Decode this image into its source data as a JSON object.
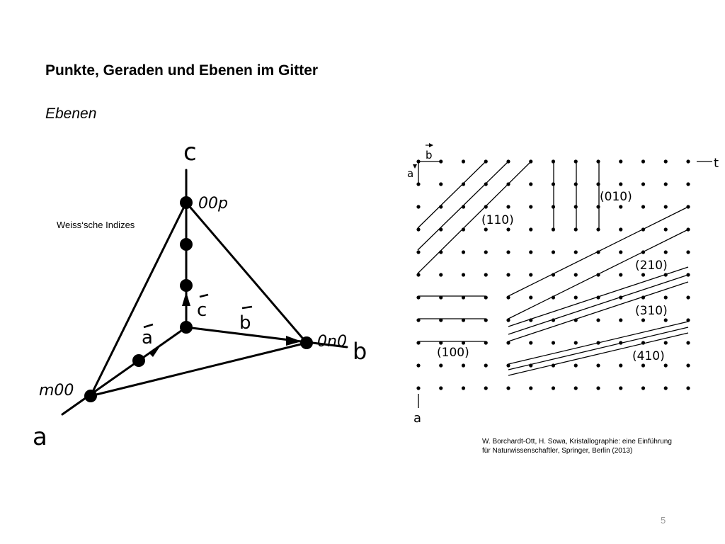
{
  "slide": {
    "title": "Punkte, Geraden und Ebenen im Gitter",
    "subtitle": "Ebenen",
    "weiss_label": "Weiss‘sche Indizes",
    "citation_line1": "W. Borchardt-Ott, H. Sowa, Kristallographie: eine Einführung",
    "citation_line2": "für Naturwissenschaftler, Springer, Berlin (2013)",
    "page_number": "5"
  },
  "left_diagram": {
    "axis_a": "a",
    "axis_b": "b",
    "axis_c": "c",
    "point_a": "m00",
    "point_b": "0n0",
    "point_c": "00p",
    "vec_a": "a",
    "vec_b": "b",
    "vec_c": "c"
  },
  "right_diagram": {
    "label_b": "b",
    "label_a_top": "a",
    "label_t": "t",
    "label_a_bottom": "a",
    "plane_010": "(010)",
    "plane_110": "(110)",
    "plane_210": "(210)",
    "plane_310": "(310)",
    "plane_100": "(100)",
    "plane_410": "(410)"
  }
}
